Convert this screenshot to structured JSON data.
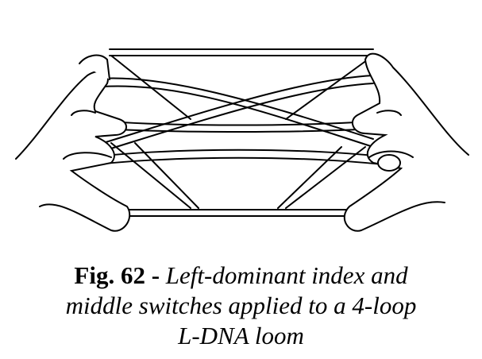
{
  "figure": {
    "description_icon": "string-figure-hands-illustration"
  },
  "caption": {
    "label": "Fig. 62 -",
    "line1": "Left-dominant index and",
    "line2": "middle switches applied to a 4-loop",
    "line3": "L-DNA loom"
  }
}
